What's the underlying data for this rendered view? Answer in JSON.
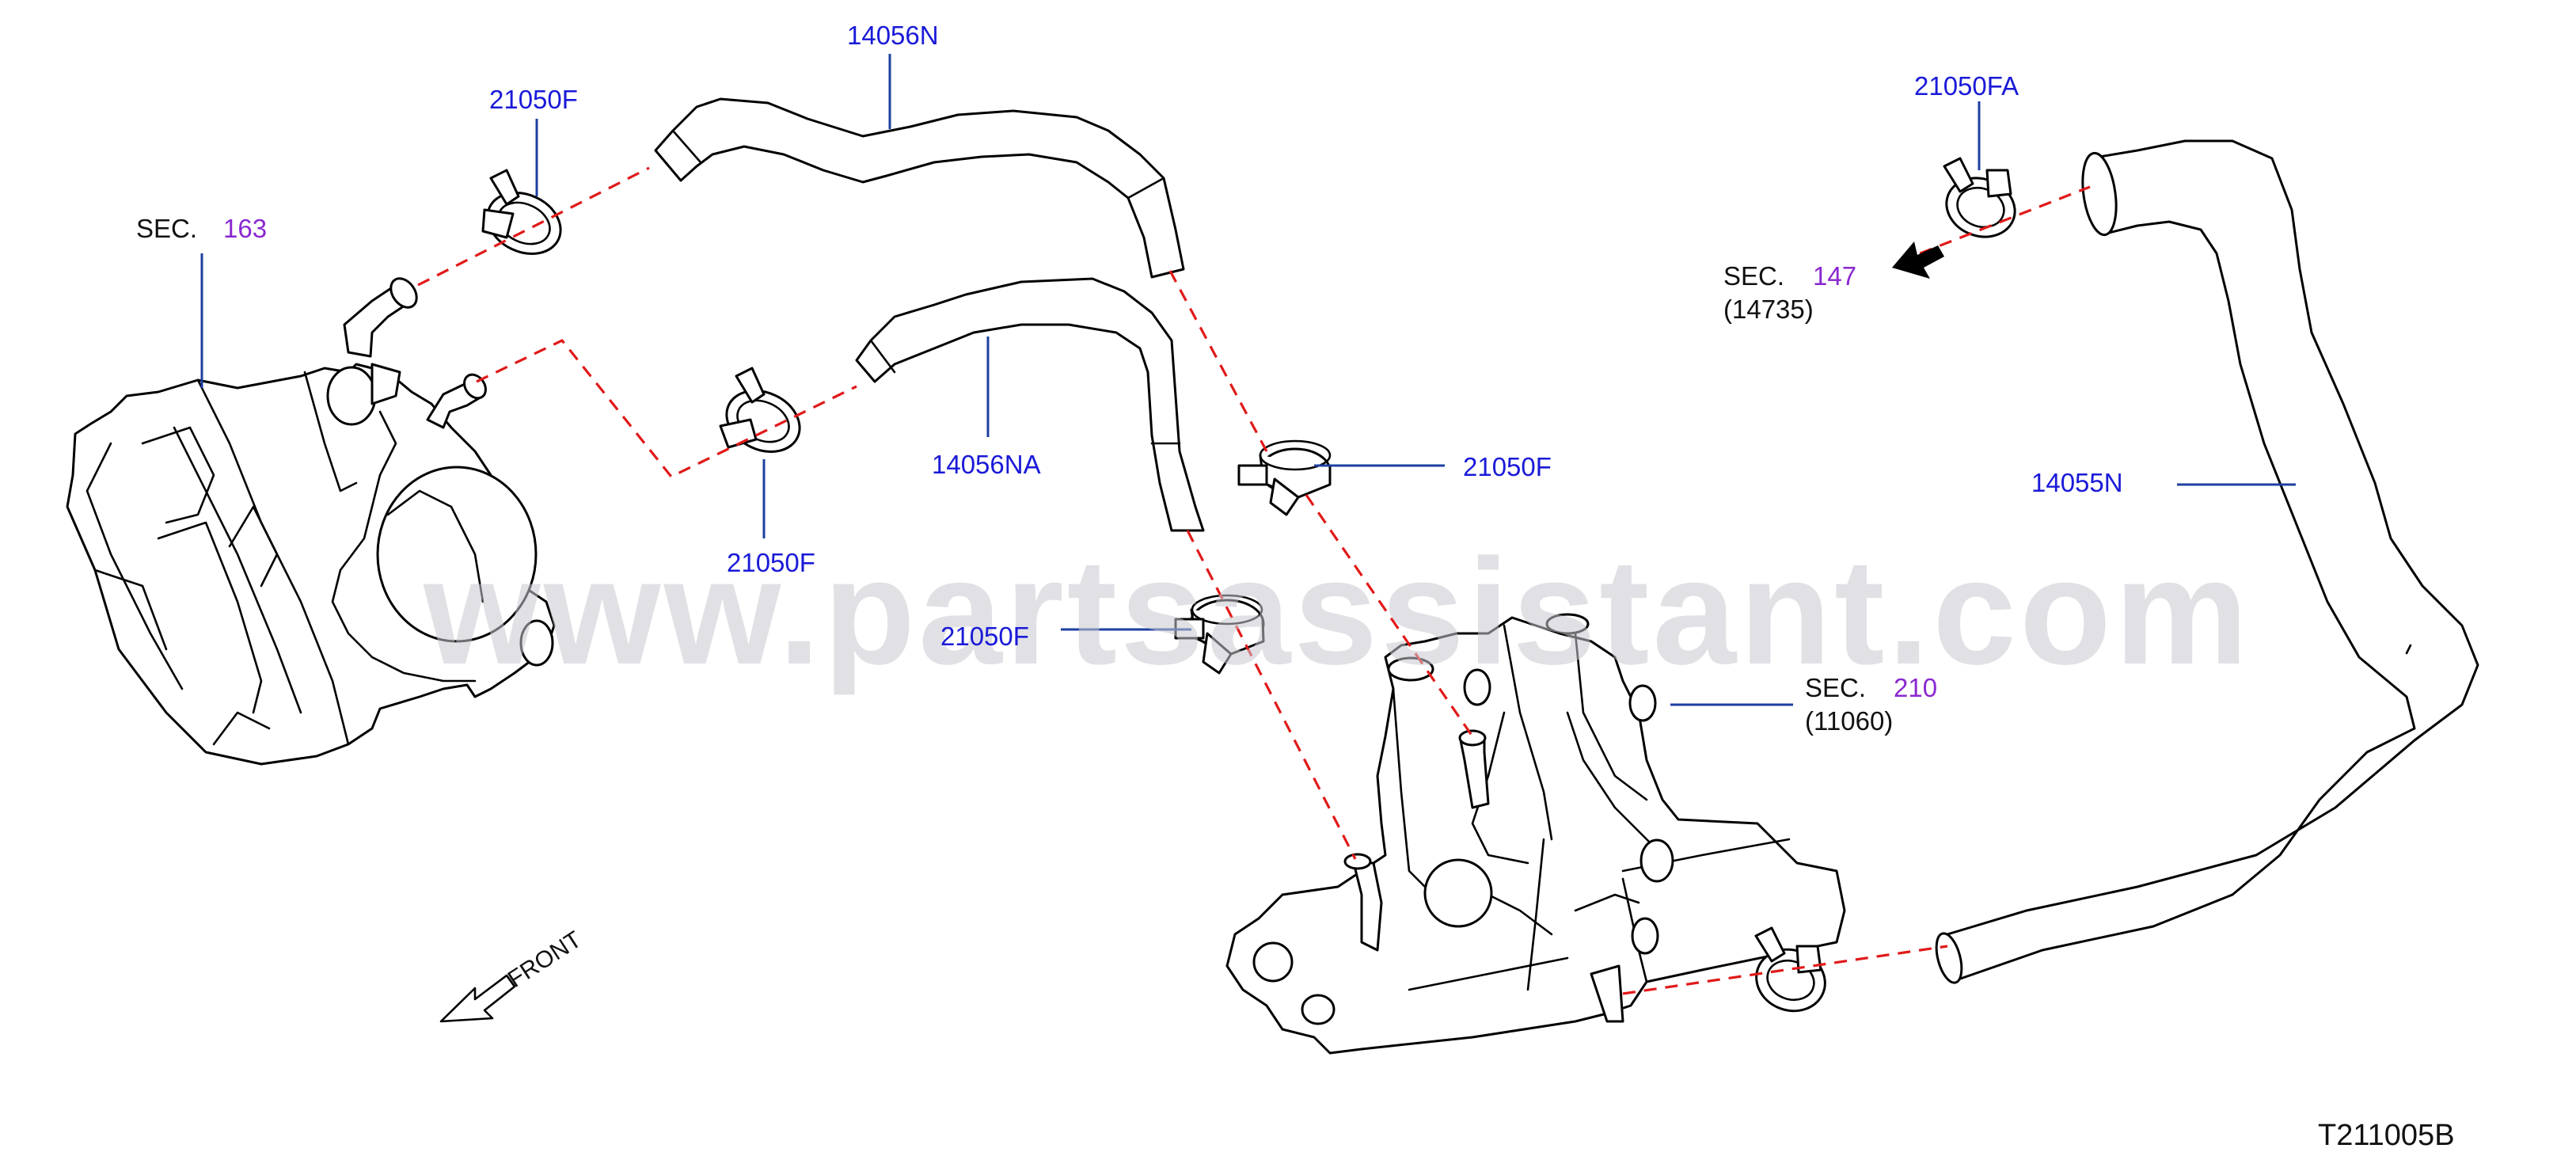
{
  "watermark": "www.partsassistant.com",
  "diagram_code": "T211005B",
  "front_label": "FRONT",
  "sections": [
    {
      "prefix": "SEC.",
      "number": "163",
      "sub": ""
    },
    {
      "prefix": "SEC.",
      "number": "147",
      "sub": "(14735)"
    },
    {
      "prefix": "SEC.",
      "number": "210",
      "sub": "(11060)"
    }
  ],
  "callouts": [
    {
      "part": "14056N"
    },
    {
      "part": "21050F"
    },
    {
      "part": "21050FA"
    },
    {
      "part": "14056NA"
    },
    {
      "part": "21050F"
    },
    {
      "part": "21050F"
    },
    {
      "part": "14055N"
    },
    {
      "part": "21050F"
    }
  ],
  "colors": {
    "part_number": "#1a1ad8",
    "section_number": "#8a28d0",
    "leader_line": "#1e3fa0",
    "connection_dash": "#e11919"
  }
}
